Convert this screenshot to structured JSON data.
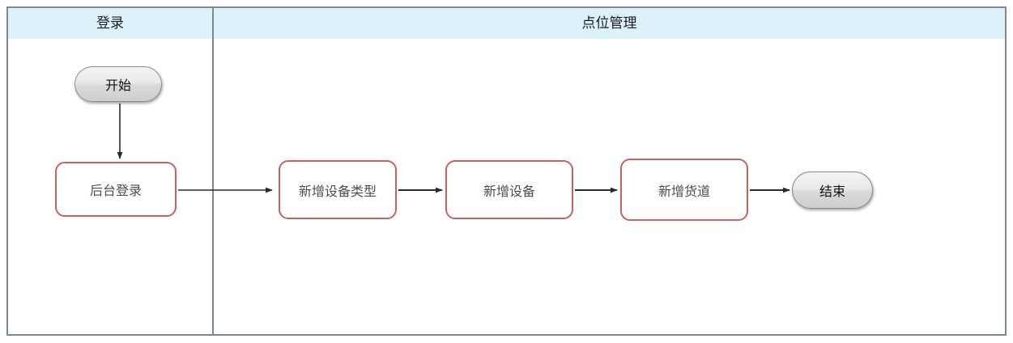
{
  "diagram": {
    "type": "flowchart",
    "title": "",
    "columns": [
      {
        "id": "col-login",
        "header": "登录"
      },
      {
        "id": "col-points",
        "header": "点位管理"
      }
    ],
    "nodes": [
      {
        "id": "start",
        "label": "开始",
        "shape": "terminator",
        "column": "col-login"
      },
      {
        "id": "admin-login",
        "label": "后台登录",
        "shape": "process",
        "column": "col-login"
      },
      {
        "id": "add-dev-type",
        "label": "新增设备类型",
        "shape": "process",
        "column": "col-points"
      },
      {
        "id": "add-device",
        "label": "新增设备",
        "shape": "process",
        "column": "col-points"
      },
      {
        "id": "add-lane",
        "label": "新增货道",
        "shape": "process",
        "column": "col-points"
      },
      {
        "id": "end",
        "label": "结束",
        "shape": "terminator",
        "column": "col-points"
      }
    ],
    "edges": [
      {
        "from": "start",
        "to": "admin-login",
        "direction": "down",
        "label": ""
      },
      {
        "from": "admin-login",
        "to": "add-dev-type",
        "direction": "right",
        "label": ""
      },
      {
        "from": "add-dev-type",
        "to": "add-device",
        "direction": "right",
        "label": ""
      },
      {
        "from": "add-device",
        "to": "add-lane",
        "direction": "right",
        "label": ""
      },
      {
        "from": "add-lane",
        "to": "end",
        "direction": "right",
        "label": ""
      }
    ],
    "colors": {
      "header_fill": "#ddf1fb",
      "table_border": "#7d8a8e",
      "process_border": "#c9615f",
      "process_fill": "#ffffff",
      "process_text": "#4d4d4d",
      "terminator_border": "#8a8a8a",
      "terminator_fill": "#e4e4e4",
      "connector": "#333333",
      "canvas": "#ffffff"
    }
  }
}
